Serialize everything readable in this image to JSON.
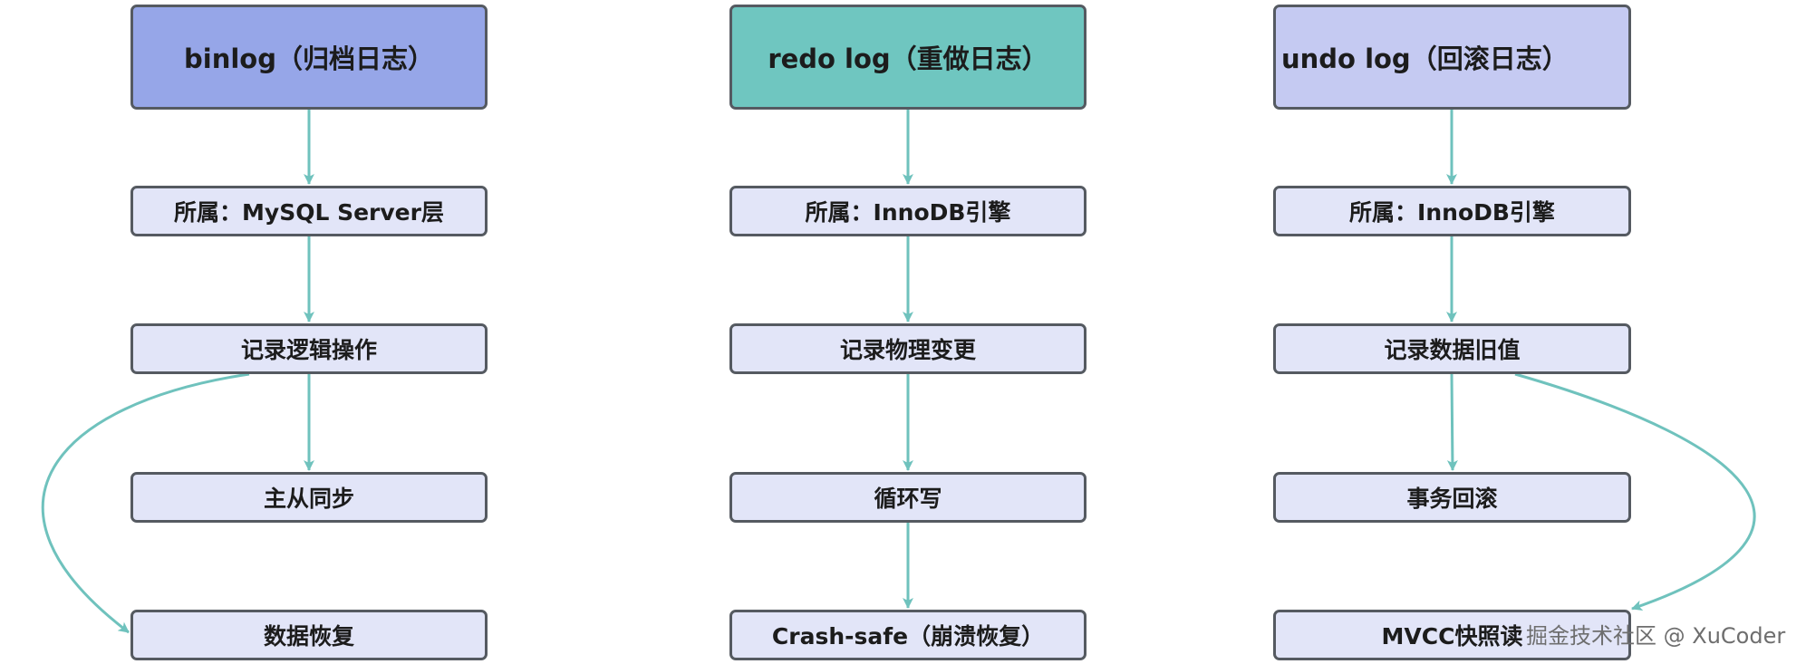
{
  "columns": [
    {
      "title": "binlog（归档日志）",
      "nodes": [
        "所属：MySQL Server层",
        "记录逻辑操作",
        "主从同步",
        "数据恢复"
      ]
    },
    {
      "title": "redo log（重做日志）",
      "nodes": [
        "所属：InnoDB引擎",
        "记录物理变更",
        "循环写",
        "Crash-safe（崩溃恢复）"
      ]
    },
    {
      "title": "undo log（回滚日志）",
      "nodes": [
        "所属：InnoDB引擎",
        "记录数据旧值",
        "事务回滚",
        "MVCC快照读"
      ]
    }
  ],
  "watermark": "掘金技术社区 @ XuCoder",
  "colors": {
    "binlog_header": "#96a6e8",
    "redo_header": "#6fc6c0",
    "undo_header": "#c5caf2",
    "node_fill": "#e2e5f8",
    "border": "#555a61",
    "arrow": "#6fc2bd"
  }
}
